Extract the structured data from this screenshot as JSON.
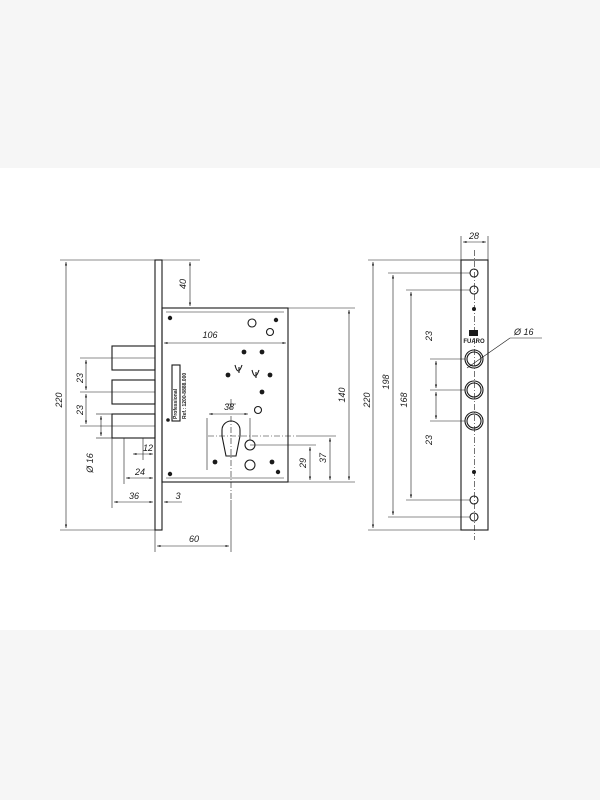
{
  "colors": {
    "line": "#1a1a1a",
    "sheet": "#ffffff",
    "background": "#f6f6f6"
  },
  "markings": {
    "case_label_1": "Professional",
    "case_label_2": "Ref.: 1200-8888.000",
    "brand_line_1": "FUARO"
  },
  "dimensions": {
    "d220_left": "220",
    "d40": "40",
    "d106": "106",
    "d23_a": "23",
    "d23_b": "23",
    "d16_left": "Ø 16",
    "d38": "38",
    "d12": "12",
    "d24": "24",
    "d36": "36",
    "d3": "3",
    "d60": "60",
    "d29": "29",
    "d37": "37",
    "d140": "140",
    "d28": "28",
    "d220_right": "220",
    "d198": "198",
    "d168": "168",
    "d23_c": "23",
    "d23_d": "23",
    "d16_right": "Ø 16"
  }
}
